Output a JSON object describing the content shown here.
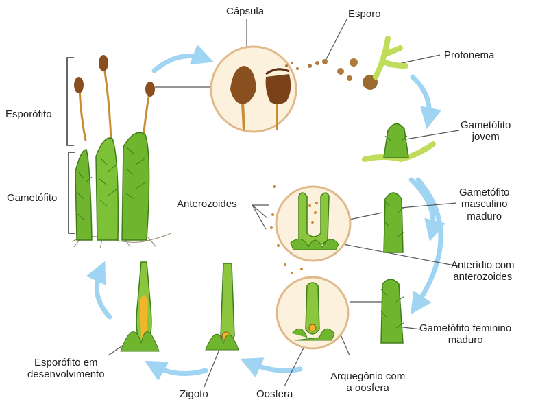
{
  "labels": {
    "capsula": "Cápsula",
    "esporo": "Esporo",
    "protonema": "Protonema",
    "esporofito": "Esporófito",
    "gametofito": "Gametófito",
    "gametofito_jovem": [
      "Gametófito",
      "jovem"
    ],
    "gametofito_masculino": [
      "Gametófito",
      "masculino",
      "maduro"
    ],
    "anterozoides": "Anterozoides",
    "anteridio": [
      "Anterídio com",
      "anterozoides"
    ],
    "gametofito_feminino": [
      "Gametófito feminino",
      "maduro"
    ],
    "arquegonio": [
      "Arquegônio com",
      "a oosfera"
    ],
    "oosfera": "Oosfera",
    "zigoto": "Zigoto",
    "esporofito_desenvolvimento": [
      "Esporófito em",
      "desenvolvimento"
    ]
  },
  "colors": {
    "cycle_arrow": "#9fd5f2",
    "leaf": "#6fb52e",
    "leaf_dark": "#3f7d1a",
    "capsule": "#8a4f1e",
    "stalk": "#c98c35",
    "circle_fill": "#fbf1dc",
    "circle_stroke": "#e0b98a",
    "protonema": "#bfdc5a",
    "zygote": "#f3b52a"
  }
}
